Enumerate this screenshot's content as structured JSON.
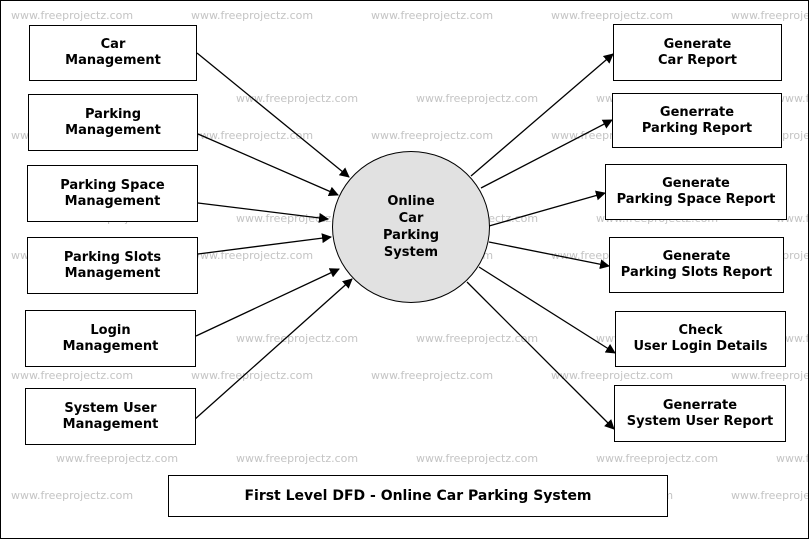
{
  "watermark": "www.freeprojectz.com",
  "process": {
    "label": "Online\nCar\nParking\nSystem"
  },
  "inputs": [
    {
      "id": "car",
      "label": "Car\nManagement"
    },
    {
      "id": "parking",
      "label": "Parking\nManagement"
    },
    {
      "id": "space",
      "label": "Parking Space\nManagement"
    },
    {
      "id": "slots",
      "label": "Parking Slots\nManagement"
    },
    {
      "id": "login",
      "label": "Login\nManagement"
    },
    {
      "id": "sysuser",
      "label": "System User\nManagement"
    }
  ],
  "outputs": [
    {
      "id": "car-report",
      "label": "Generate\nCar Report"
    },
    {
      "id": "parking-report",
      "label": "Generrate\nParking Report"
    },
    {
      "id": "space-report",
      "label": "Generate\nParking Space Report"
    },
    {
      "id": "slots-report",
      "label": "Generate\nParking Slots Report"
    },
    {
      "id": "login-details",
      "label": "Check\nUser Login Details"
    },
    {
      "id": "sysuser-report",
      "label": "Generrate\nSystem User Report"
    }
  ],
  "caption": "First Level DFD - Online Car Parking System",
  "colors": {
    "line": "#000000",
    "process_fill": "#e1e1e1",
    "watermark": "#c4c4c4"
  }
}
